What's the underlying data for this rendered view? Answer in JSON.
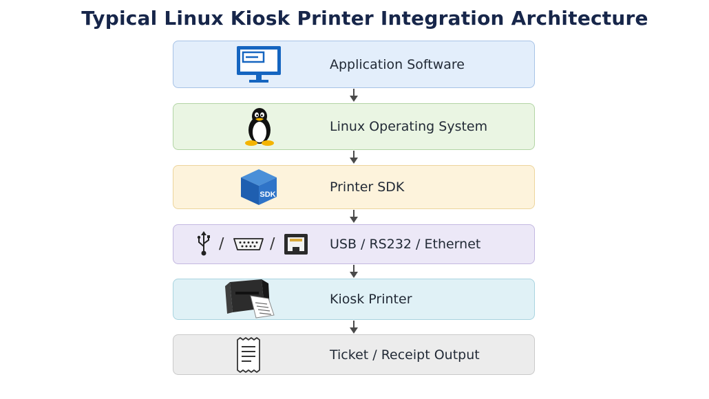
{
  "title": "Typical Linux Kiosk Printer Integration Architecture",
  "layers": [
    {
      "label": "Application Software",
      "icon": "monitor-icon"
    },
    {
      "label": "Linux Operating System",
      "icon": "tux-penguin-icon"
    },
    {
      "label": "Printer SDK",
      "icon": "sdk-cube-icon",
      "icon_text": "SDK"
    },
    {
      "label": "USB / RS232 / Ethernet",
      "icons": [
        "usb-icon",
        "serial-port-icon",
        "ethernet-port-icon"
      ],
      "separator": "/"
    },
    {
      "label": "Kiosk Printer",
      "icon": "printer-icon"
    },
    {
      "label": "Ticket / Receipt Output",
      "icon": "receipt-icon"
    }
  ],
  "colors": {
    "title": "#17264a",
    "app": "#e3eefb",
    "os": "#eaf5e3",
    "sdk": "#fdf3dc",
    "interface": "#ece8f7",
    "printer": "#e0f1f6",
    "output": "#ececec",
    "arrow": "#4a4a4a"
  }
}
